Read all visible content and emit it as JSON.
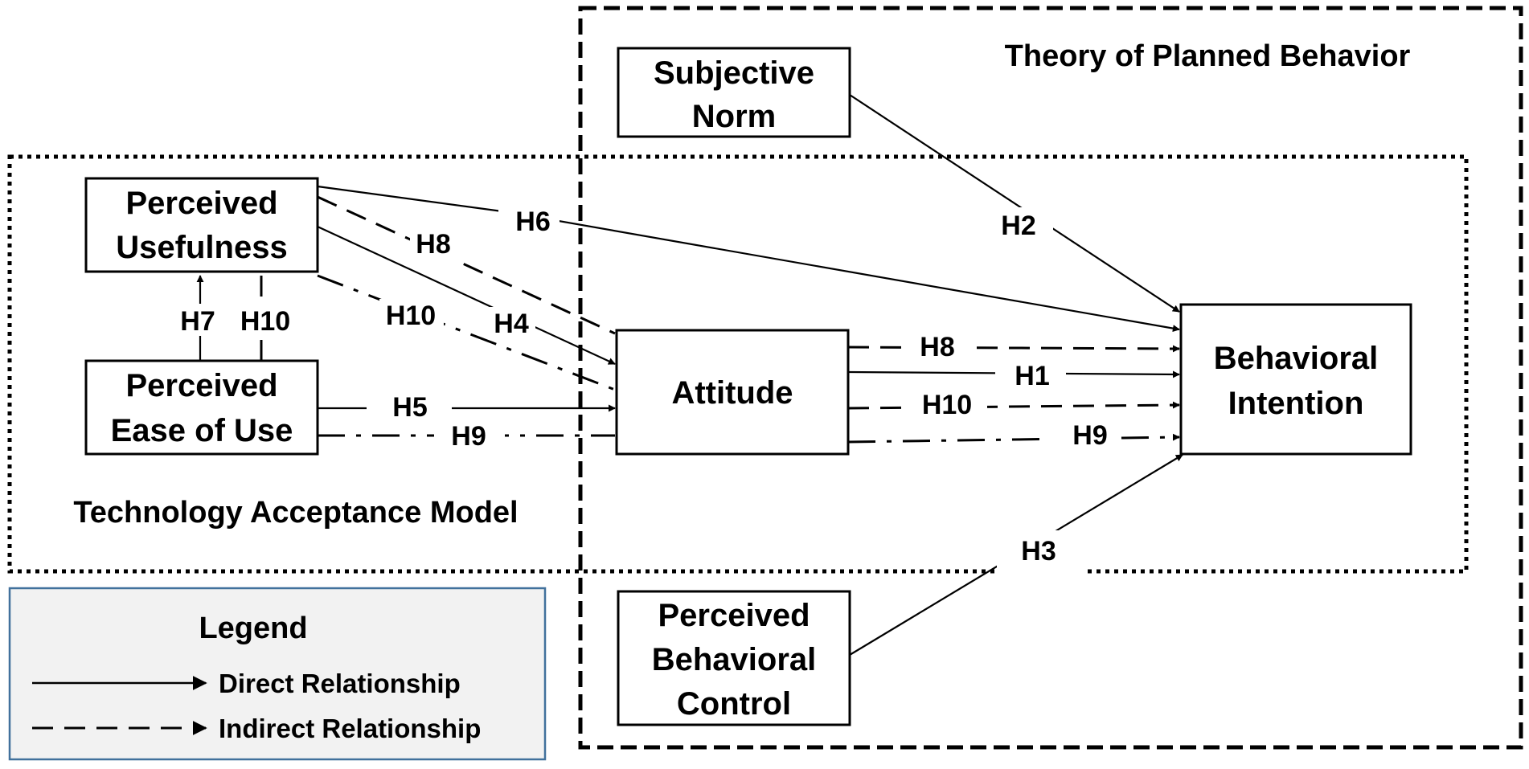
{
  "regions": {
    "tpb_label": "Theory of Planned Behavior",
    "tam_label": "Technology Acceptance Model"
  },
  "nodes": {
    "subjective_norm": [
      "Subjective",
      "Norm"
    ],
    "perceived_usefulness": [
      "Perceived",
      "Usefulness"
    ],
    "perceived_ease_of_use": [
      "Perceived",
      "Ease of Use"
    ],
    "attitude": [
      "Attitude"
    ],
    "behavioral_intention": [
      "Behavioral",
      "Intention"
    ],
    "perceived_behavioral_control": [
      "Perceived",
      "Behavioral",
      "Control"
    ]
  },
  "hypotheses": {
    "h1": "H1",
    "h2": "H2",
    "h3": "H3",
    "h4": "H4",
    "h5": "H5",
    "h6": "H6",
    "h7": "H7",
    "h8": "H8",
    "h9": "H9",
    "h10": "H10"
  },
  "legend": {
    "title": "Legend",
    "direct": "Direct Relationship",
    "indirect": "Indirect Relationship",
    "background": "#f2f2f2",
    "border": "#41719c"
  }
}
